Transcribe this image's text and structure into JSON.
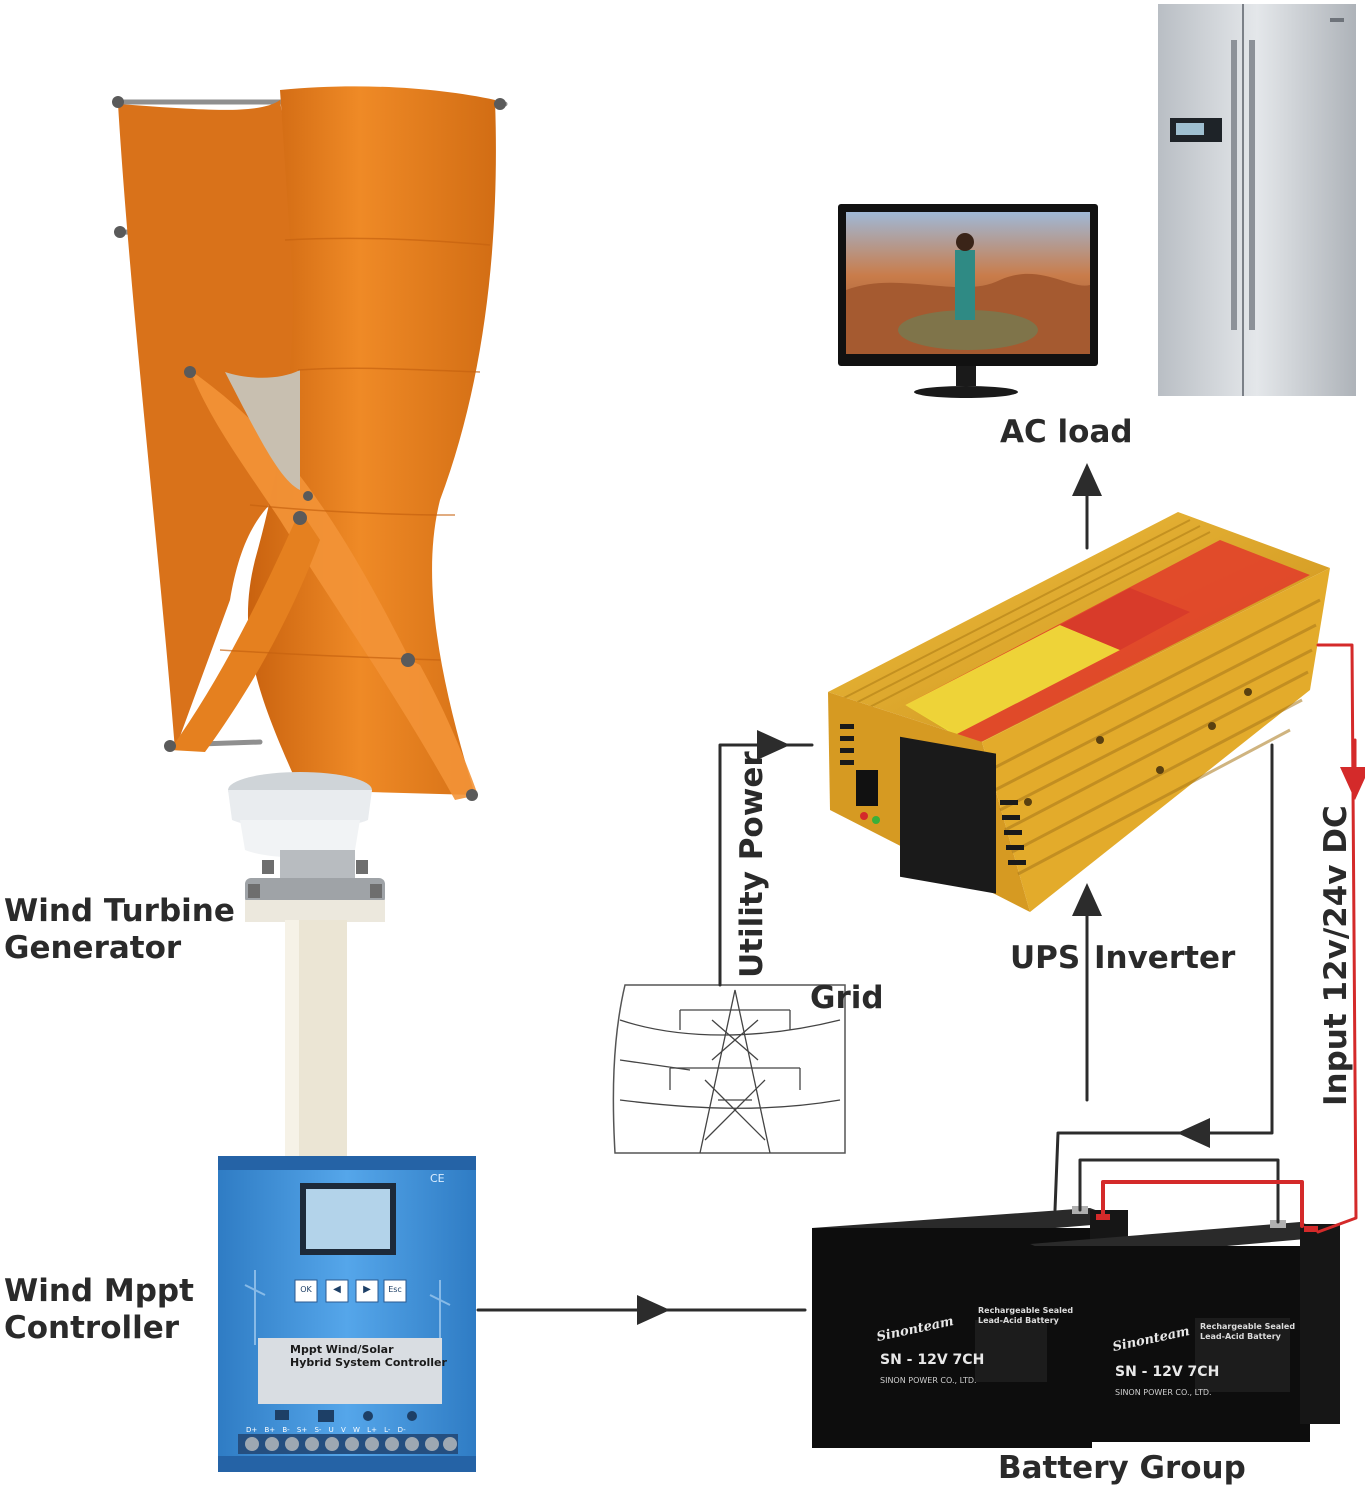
{
  "labels": {
    "turbine_line1": "Wind Turbine",
    "turbine_line2": "Generator",
    "controller_line1": "Wind Mppt",
    "controller_line2": "Controller",
    "ac_load": "AC load",
    "utility_power": "Utility Power",
    "grid": "Grid",
    "ups": "UPS",
    "inverter": "Inverter",
    "input_dc": "Input 12v/24v DC",
    "battery_group": "Battery Group"
  },
  "controller": {
    "keys": [
      "OK",
      "◀",
      "▶",
      "Esc"
    ],
    "panel_title_1": "Mppt Wind/Solar",
    "panel_title_2": "Hybrid System Controller",
    "terminals": "D+ B+ B- S+ S- U V W L+ L- D-",
    "ce_mark": "CE"
  },
  "batteries": {
    "brand": "Sinonteam",
    "model": "SN - 12V 7CH",
    "maker": "SINON POWER CO., LTD.",
    "type_1": "Rechargeable Sealed",
    "type_2": "Lead-Acid Battery"
  },
  "colors": {
    "turbine": "#e07a1a",
    "controller": "#3b8fd6",
    "inverter": "#e0aa28",
    "dc_positive": "#d42a2a",
    "wire": "#2c2c2c"
  }
}
